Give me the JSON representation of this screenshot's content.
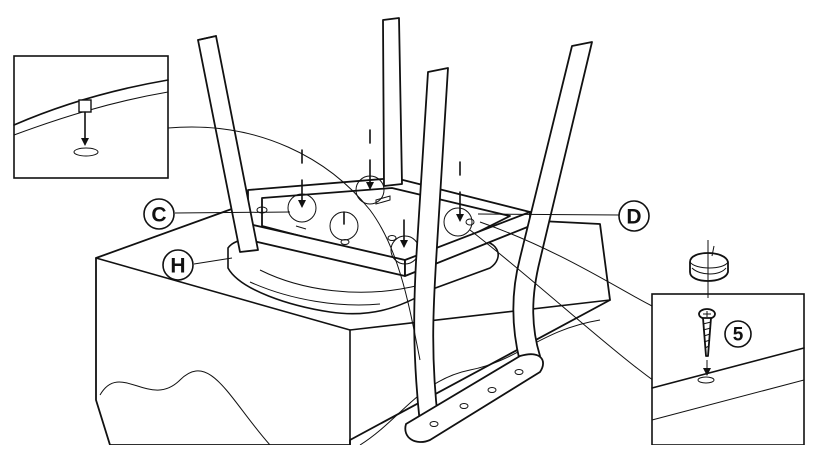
{
  "labels": {
    "c": "C",
    "d": "D",
    "h": "H",
    "part5": "5"
  },
  "colors": {
    "ink": "#111111",
    "paper": "#ffffff"
  },
  "icons": {
    "drill-point": "arrow-down-icon",
    "screw": "wood-screw-icon",
    "glide": "felt-glide-icon"
  }
}
